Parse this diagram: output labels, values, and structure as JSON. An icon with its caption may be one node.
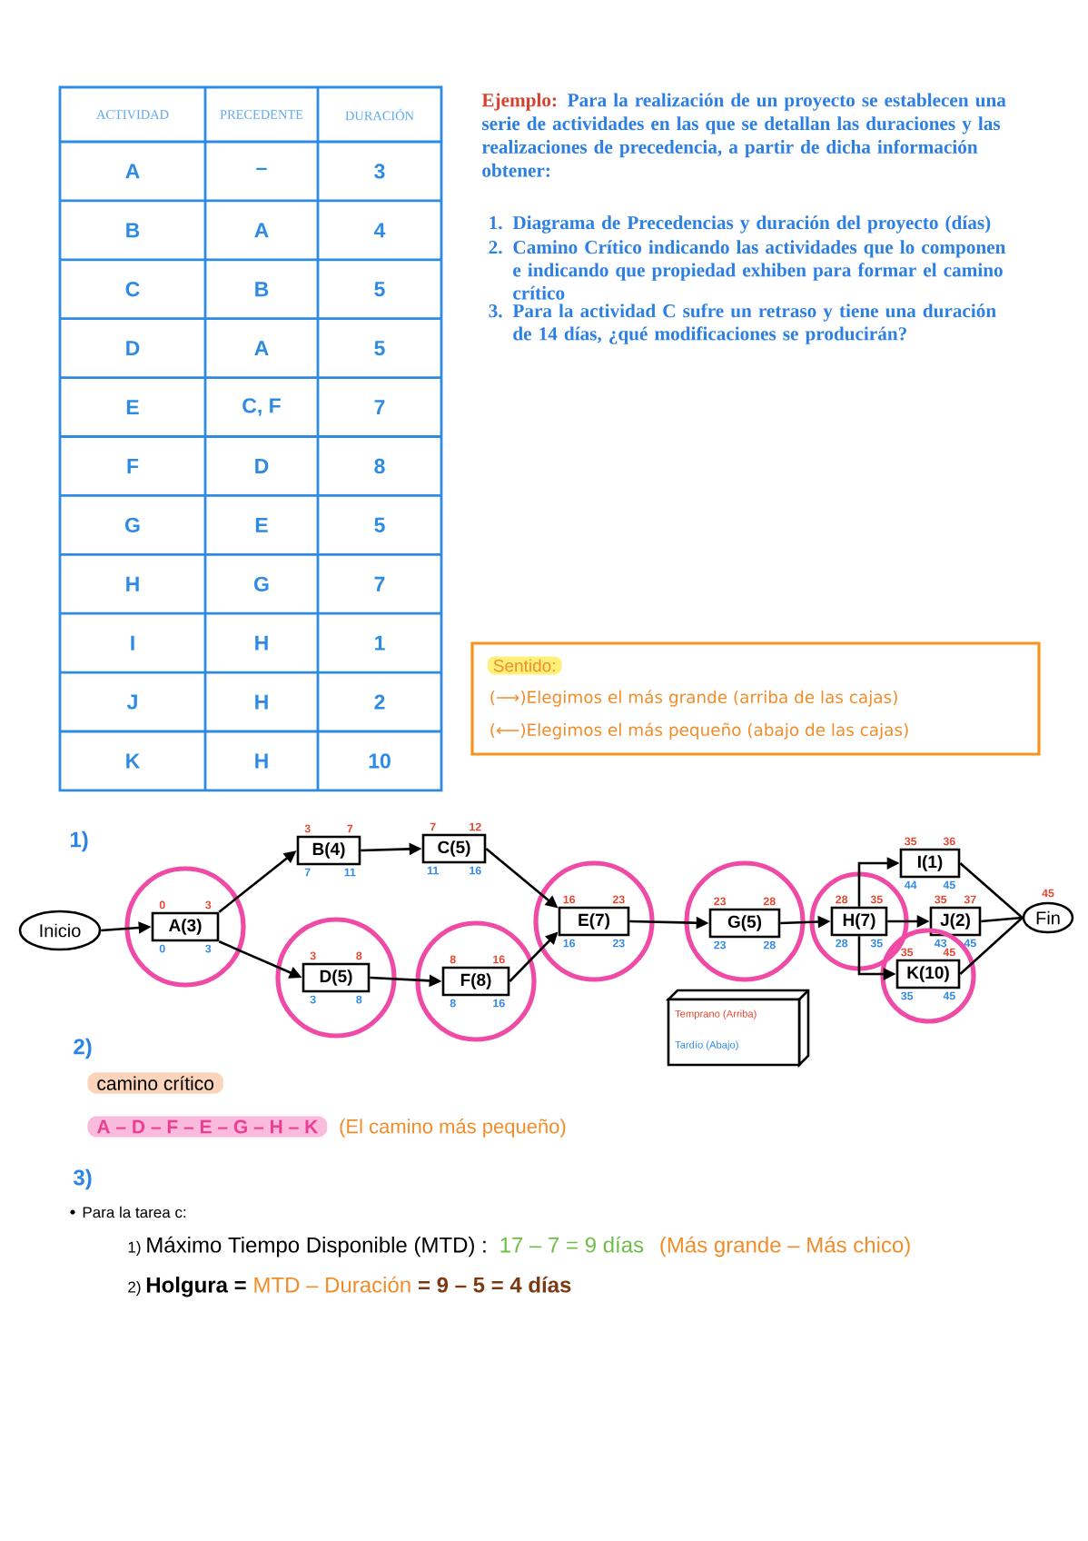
{
  "diagram": {
    "nodes": [
      {
        "text": [
          "Sentido:",
          "(⟶)Elegimos el más grande (arriba de las cajas)",
          "(⟵)Elegimos el más pequeño (abajo de las cajas)"
        ]
      },
      {
        "text": [
          "Inicio"
        ]
      },
      {
        "text": [],
        "shape": "circle"
      },
      {
        "text": [
          "A(3)"
        ],
        "in": 2,
        "beside": [
          "0",
          "3",
          "0",
          "3"
        ]
      },
      {
        "text": [
          "B(4)"
        ],
        "beside": [
          "3",
          "7",
          "7",
          "11"
        ]
      },
      {
        "text": [
          "C(5)"
        ],
        "beside": [
          "7",
          "12",
          "11",
          "16"
        ]
      },
      {
        "text": [],
        "shape": "circle"
      },
      {
        "text": [
          "D(5)"
        ],
        "in": 6,
        "beside": [
          "3",
          "8",
          "3",
          "8"
        ]
      },
      {
        "text": [],
        "shape": "circle"
      },
      {
        "text": [
          "F(8)"
        ],
        "in": 8,
        "beside": [
          "8",
          "16",
          "8",
          "16"
        ]
      },
      {
        "text": [],
        "shape": "circle"
      },
      {
        "text": [
          "E(7)"
        ],
        "in": 10,
        "beside": [
          "16",
          "23",
          "16",
          "23"
        ]
      },
      {
        "text": [],
        "shape": "circle"
      },
      {
        "text": [
          "G(5)"
        ],
        "in": 12,
        "beside": [
          "23",
          "28",
          "23",
          "28"
        ]
      },
      {
        "text": [],
        "shape": "circle"
      },
      {
        "text": [
          "H(7)"
        ],
        "in": 14,
        "beside": [
          "28",
          "35",
          "28",
          "35"
        ]
      },
      {
        "text": [
          "I(1)"
        ],
        "beside": [
          "35",
          "36",
          "44",
          "45"
        ]
      },
      {
        "text": [
          "J(2)"
        ],
        "beside": [
          "35",
          "37",
          "43",
          "45"
        ]
      },
      {
        "text": [],
        "shape": "circle"
      },
      {
        "text": [
          "K(10)"
        ],
        "in": 18,
        "beside": [
          "35",
          "45",
          "35",
          "45"
        ]
      },
      {
        "text": [
          "Fin"
        ],
        "beside": [
          "45"
        ]
      },
      {
        "text": [
          "Temprano (Arriba)",
          "Tardío (Abajo)"
        ]
      }
    ],
    "edges": [
      {
        "from": 1,
        "to": 3,
        "arrow": "to"
      },
      {
        "from": 3,
        "to": 4,
        "arrow": "to"
      },
      {
        "from": 3,
        "to": 7,
        "arrow": "to"
      },
      {
        "from": 4,
        "to": 5,
        "arrow": "to"
      },
      {
        "from": 5,
        "to": 11,
        "arrow": "to"
      },
      {
        "from": 7,
        "to": 9,
        "arrow": "to"
      },
      {
        "from": 9,
        "to": 11,
        "arrow": "to"
      },
      {
        "from": 11,
        "to": 13,
        "arrow": "to"
      },
      {
        "from": 13,
        "to": 15,
        "arrow": "to"
      },
      {
        "from": 15,
        "to": 16,
        "arrow": "to"
      },
      {
        "from": 15,
        "to": 17,
        "arrow": "to"
      },
      {
        "from": 15,
        "to": 19,
        "arrow": "to"
      },
      {
        "from": 16,
        "to": 20,
        "arrow": "none"
      },
      {
        "from": 17,
        "to": 20,
        "arrow": "none"
      },
      {
        "from": 19,
        "to": 20,
        "arrow": "none"
      }
    ],
    "labels": [
      "ACTIVIDAD",
      "PRECEDENTE",
      "DURACIÓN",
      "A",
      "–",
      "3",
      "B",
      "A",
      "4",
      "C",
      "B",
      "5",
      "D",
      "A",
      "5",
      "E",
      "C, F",
      "7",
      "F",
      "D",
      "8",
      "G",
      "E",
      "5",
      "H",
      "G",
      "7",
      "I",
      "H",
      "1",
      "J",
      "H",
      "2",
      "K",
      "H",
      "10",
      "Ejemplo:",
      "Para la realización de un proyecto se establecen una serie de actividades en las que se detallan las duraciones y las realizaciones de precedencia, a partir de dicha información obtener:",
      "1.",
      "Diagrama de Precedencias y duración del proyecto (días)",
      "2.",
      "Camino Crítico indicando las actividades que lo componen e indicando que propiedad exhiben para formar el camino crítico",
      "3.",
      "Para la actividad C sufre un retraso y tiene una duración de 14 días, ¿qué modificaciones se producirán?",
      "1)",
      "2)",
      "camino crítico",
      "A – D – F – E – G – H – K",
      "(El camino más pequeño)",
      "3)",
      "Para la tarea c:",
      "1)",
      "Máximo Tiempo Disponible (MTD) :",
      "17 – 7 = 9 días",
      "(Más grande – Más chico)",
      "2)",
      "Holgura =",
      "MTD – Duración",
      "= 9 – 5 = 4 días"
    ]
  }
}
